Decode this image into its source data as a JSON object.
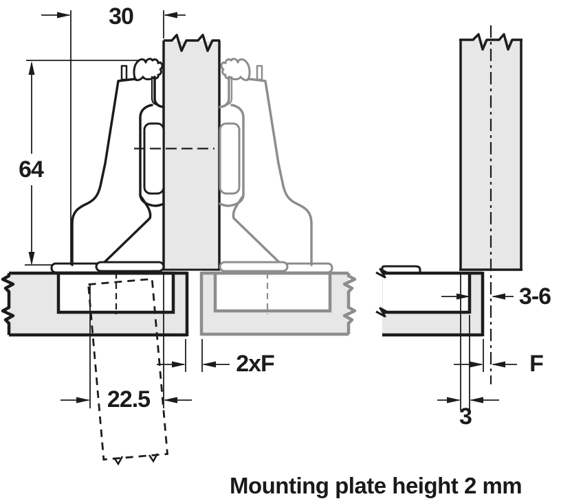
{
  "diagram": {
    "caption": "Mounting plate height 2 mm",
    "dimensions": {
      "drilling_offset_top": "30",
      "hinge_height": "64",
      "cup_drilling_distance": "22.5",
      "double_door_overlay": "2xF",
      "gap_range": "3-6",
      "door_overlay": "F",
      "plate_to_edge": "3"
    },
    "colors": {
      "line": "#1c1c1c",
      "secondary_line": "#8d8d8d",
      "panel_fill": "#e7e7e8",
      "background": "#ffffff"
    }
  }
}
